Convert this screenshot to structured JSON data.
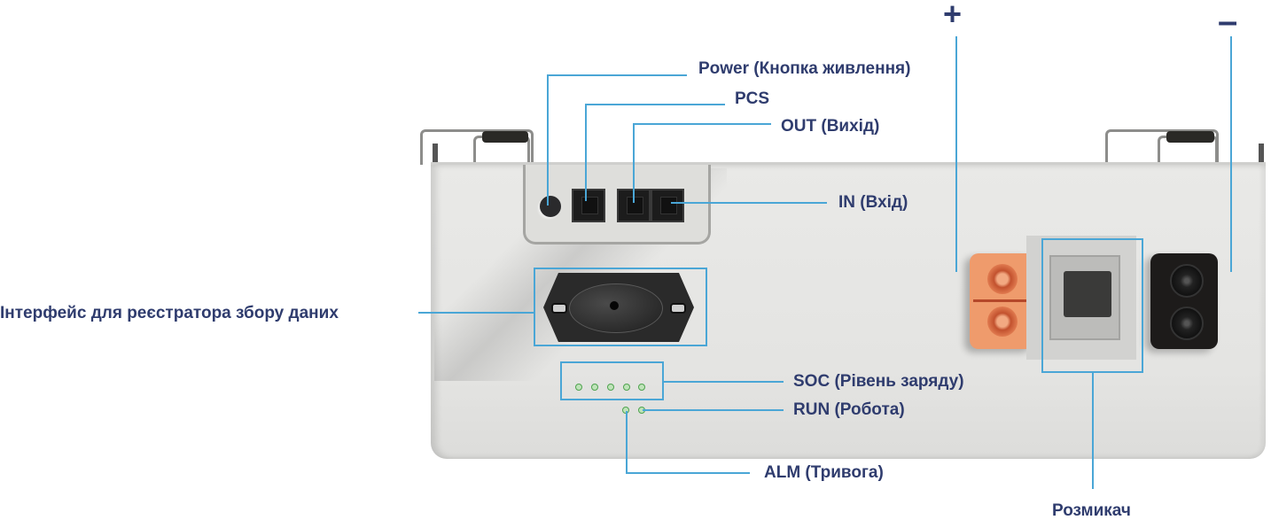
{
  "diagram": {
    "subject": "Battery module front panel",
    "accent_color": "#4aa6d6",
    "label_color": "#2f3c6e",
    "terminals": {
      "positive_symbol": "+",
      "negative_symbol": "–"
    },
    "labels": {
      "power": "Power (Кнопка живлення)",
      "pcs": "PCS",
      "out": "OUT (Вихід)",
      "in": "IN (Вхід)",
      "data_logger": "Інтерфейс для реєстратора збору даних",
      "soc": "SOC (Рівень заряду)",
      "run": "RUN (Робота)",
      "alm": "ALM (Тривога)",
      "breaker": "Розмикач"
    },
    "soc_led_count": 5,
    "status_led_count": 2
  }
}
